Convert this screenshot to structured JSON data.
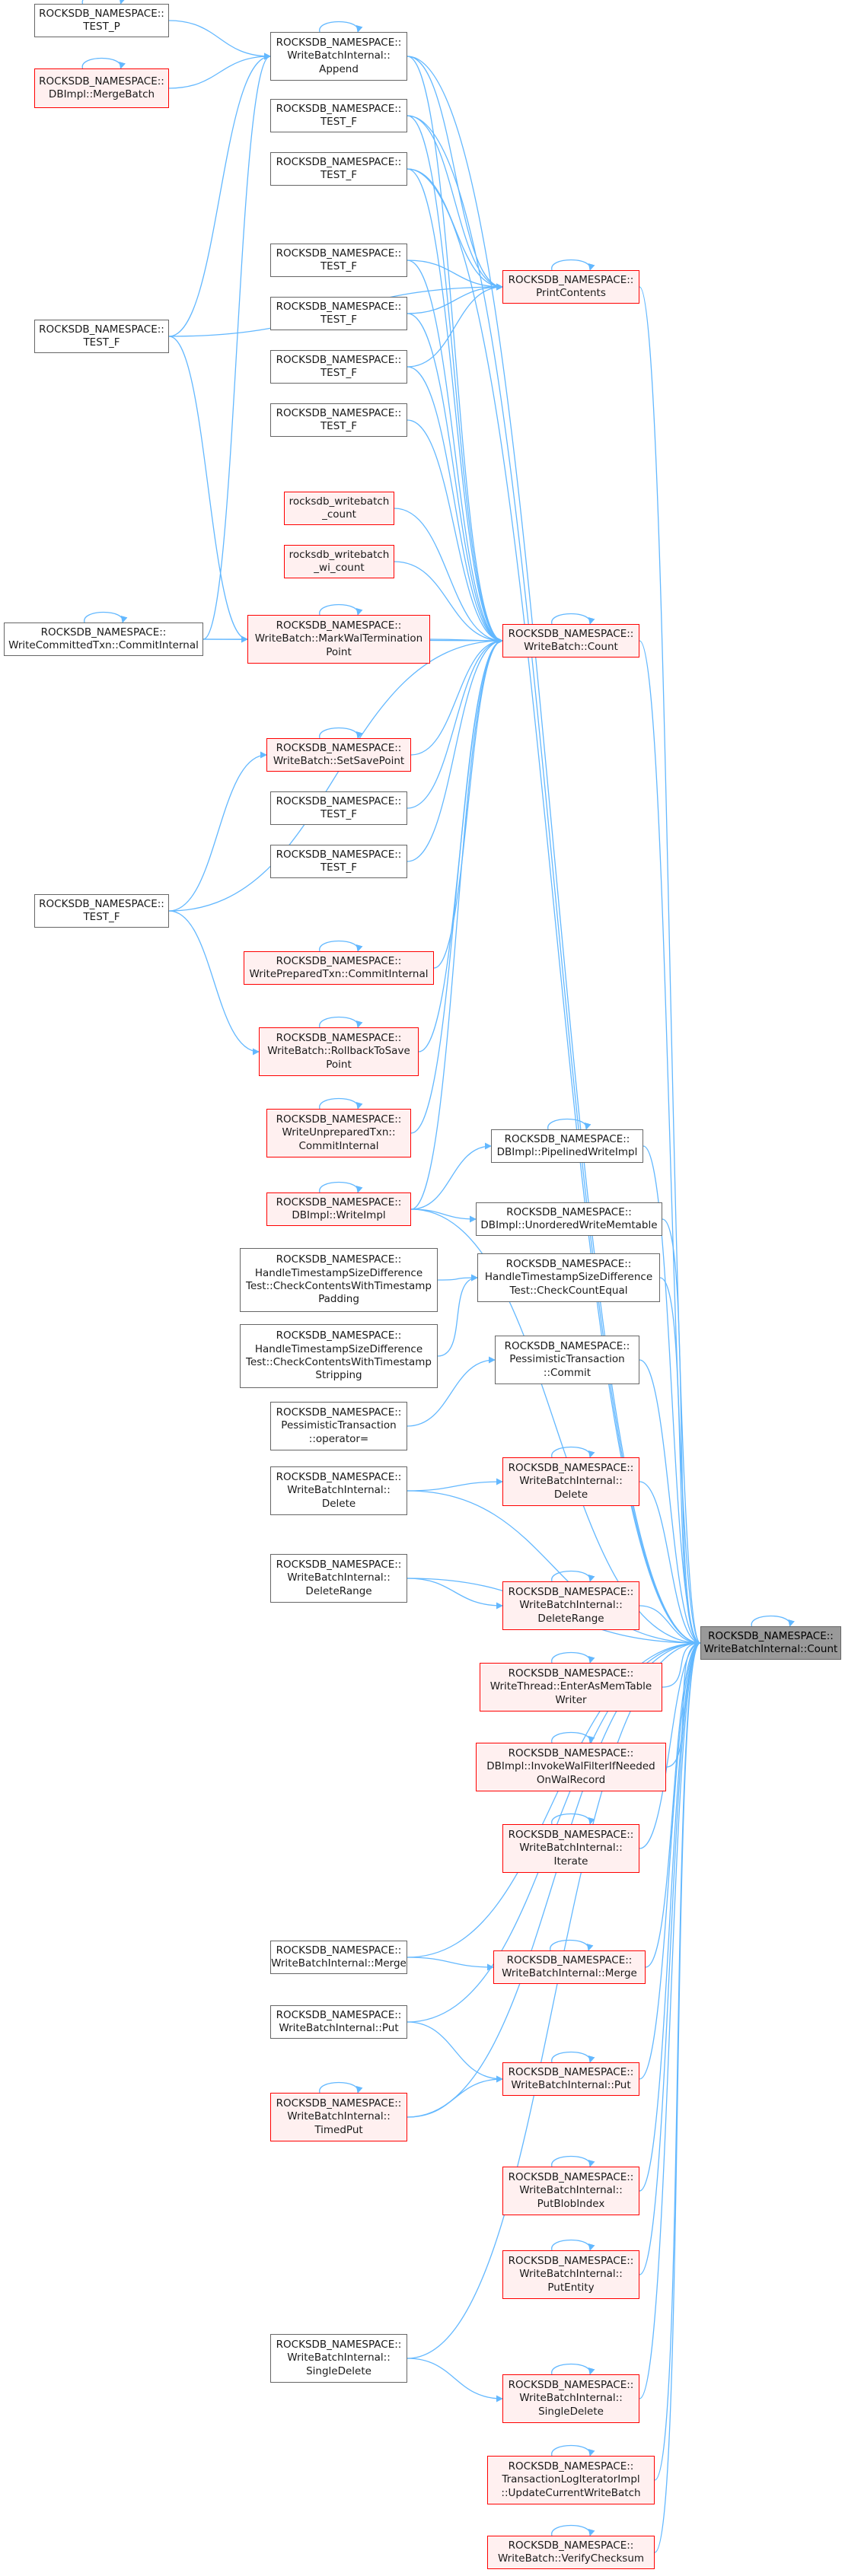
{
  "edge_color": "#63b8ff",
  "colors": {
    "default_border": "#666666",
    "red_border": "#ff0000",
    "red_fill": "#fff0f0",
    "focus_fill": "#999999"
  },
  "nodes": [
    {
      "id": "test_p",
      "style": "plain",
      "lines": [
        "ROCKSDB_NAMESPACE::",
        "TEST_P"
      ]
    },
    {
      "id": "dbimpl_mergebatch",
      "style": "red",
      "lines": [
        "ROCKSDB_NAMESPACE::",
        "DBImpl::MergeBatch"
      ]
    },
    {
      "id": "wbi_append",
      "style": "plain",
      "lines": [
        "ROCKSDB_NAMESPACE::",
        "WriteBatchInternal::",
        "Append"
      ]
    },
    {
      "id": "test_f_1",
      "style": "plain",
      "lines": [
        "ROCKSDB_NAMESPACE::",
        "TEST_F"
      ]
    },
    {
      "id": "test_f_2",
      "style": "plain",
      "lines": [
        "ROCKSDB_NAMESPACE::",
        "TEST_F"
      ]
    },
    {
      "id": "test_f_big",
      "style": "plain",
      "lines": [
        "ROCKSDB_NAMESPACE::",
        "TEST_F"
      ]
    },
    {
      "id": "test_f_3",
      "style": "plain",
      "lines": [
        "ROCKSDB_NAMESPACE::",
        "TEST_F"
      ]
    },
    {
      "id": "print_contents",
      "style": "red",
      "lines": [
        "ROCKSDB_NAMESPACE::",
        "PrintContents"
      ]
    },
    {
      "id": "test_f_4",
      "style": "plain",
      "lines": [
        "ROCKSDB_NAMESPACE::",
        "TEST_F"
      ]
    },
    {
      "id": "test_f_5",
      "style": "plain",
      "lines": [
        "ROCKSDB_NAMESPACE::",
        "TEST_F"
      ]
    },
    {
      "id": "test_f_6",
      "style": "plain",
      "lines": [
        "ROCKSDB_NAMESPACE::",
        "TEST_F"
      ]
    },
    {
      "id": "rocksdb_wb_count",
      "style": "red",
      "lines": [
        "rocksdb_writebatch",
        "_count"
      ]
    },
    {
      "id": "rocksdb_wb_wi_count",
      "style": "red",
      "lines": [
        "rocksdb_writebatch",
        "_wi_count"
      ]
    },
    {
      "id": "wct_commitinternal",
      "style": "plain",
      "lines": [
        "ROCKSDB_NAMESPACE::",
        "WriteCommittedTxn::CommitInternal"
      ]
    },
    {
      "id": "wb_markwal",
      "style": "red",
      "lines": [
        "ROCKSDB_NAMESPACE::",
        "WriteBatch::MarkWalTermination",
        "Point"
      ]
    },
    {
      "id": "wb_count",
      "style": "red",
      "lines": [
        "ROCKSDB_NAMESPACE::",
        "WriteBatch::Count"
      ]
    },
    {
      "id": "wb_setsavepoint",
      "style": "red",
      "lines": [
        "ROCKSDB_NAMESPACE::",
        "WriteBatch::SetSavePoint"
      ]
    },
    {
      "id": "test_f_7",
      "style": "plain",
      "lines": [
        "ROCKSDB_NAMESPACE::",
        "TEST_F"
      ]
    },
    {
      "id": "test_f_8",
      "style": "plain",
      "lines": [
        "ROCKSDB_NAMESPACE::",
        "TEST_F"
      ]
    },
    {
      "id": "test_f_9",
      "style": "plain",
      "lines": [
        "ROCKSDB_NAMESPACE::",
        "TEST_F"
      ]
    },
    {
      "id": "wpt_commitinternal",
      "style": "red",
      "lines": [
        "ROCKSDB_NAMESPACE::",
        "WritePreparedTxn::CommitInternal"
      ]
    },
    {
      "id": "wb_rollback",
      "style": "red",
      "lines": [
        "ROCKSDB_NAMESPACE::",
        "WriteBatch::RollbackToSave",
        "Point"
      ]
    },
    {
      "id": "wut_commitinternal",
      "style": "red",
      "lines": [
        "ROCKSDB_NAMESPACE::",
        "WriteUnpreparedTxn::",
        "CommitInternal"
      ]
    },
    {
      "id": "dbimpl_pipelined",
      "style": "plain",
      "lines": [
        "ROCKSDB_NAMESPACE::",
        "DBImpl::PipelinedWriteImpl"
      ]
    },
    {
      "id": "dbimpl_writeimpl",
      "style": "red",
      "lines": [
        "ROCKSDB_NAMESPACE::",
        "DBImpl::WriteImpl"
      ]
    },
    {
      "id": "dbimpl_unordered",
      "style": "plain",
      "lines": [
        "ROCKSDB_NAMESPACE::",
        "DBImpl::UnorderedWriteMemtable"
      ]
    },
    {
      "id": "htsd_padding",
      "style": "plain",
      "lines": [
        "ROCKSDB_NAMESPACE::",
        "HandleTimestampSizeDifference",
        "Test::CheckContentsWithTimestamp",
        "Padding"
      ]
    },
    {
      "id": "htsd_countequal",
      "style": "plain",
      "lines": [
        "ROCKSDB_NAMESPACE::",
        "HandleTimestampSizeDifference",
        "Test::CheckCountEqual"
      ]
    },
    {
      "id": "htsd_stripping",
      "style": "plain",
      "lines": [
        "ROCKSDB_NAMESPACE::",
        "HandleTimestampSizeDifference",
        "Test::CheckContentsWithTimestamp",
        "Stripping"
      ]
    },
    {
      "id": "pt_commit",
      "style": "plain",
      "lines": [
        "ROCKSDB_NAMESPACE::",
        "PessimisticTransaction",
        "::Commit"
      ]
    },
    {
      "id": "pt_operator",
      "style": "plain",
      "lines": [
        "ROCKSDB_NAMESPACE::",
        "PessimisticTransaction",
        "::operator="
      ]
    },
    {
      "id": "wbi_delete_l",
      "style": "plain",
      "lines": [
        "ROCKSDB_NAMESPACE::",
        "WriteBatchInternal::",
        "Delete"
      ]
    },
    {
      "id": "wbi_delete_r",
      "style": "red",
      "lines": [
        "ROCKSDB_NAMESPACE::",
        "WriteBatchInternal::",
        "Delete"
      ]
    },
    {
      "id": "wbi_deleterange_l",
      "style": "plain",
      "lines": [
        "ROCKSDB_NAMESPACE::",
        "WriteBatchInternal::",
        "DeleteRange"
      ]
    },
    {
      "id": "wbi_deleterange_r",
      "style": "red",
      "lines": [
        "ROCKSDB_NAMESPACE::",
        "WriteBatchInternal::",
        "DeleteRange"
      ]
    },
    {
      "id": "focus",
      "style": "focus",
      "lines": [
        "ROCKSDB_NAMESPACE::",
        "WriteBatchInternal::Count"
      ]
    },
    {
      "id": "wt_enter",
      "style": "red",
      "lines": [
        "ROCKSDB_NAMESPACE::",
        "WriteThread::EnterAsMemTable",
        "Writer"
      ]
    },
    {
      "id": "dbimpl_invokewal",
      "style": "red",
      "lines": [
        "ROCKSDB_NAMESPACE::",
        "DBImpl::InvokeWalFilterIfNeeded",
        "OnWalRecord"
      ]
    },
    {
      "id": "wbi_iterate",
      "style": "red",
      "lines": [
        "ROCKSDB_NAMESPACE::",
        "WriteBatchInternal::",
        "Iterate"
      ]
    },
    {
      "id": "wbi_merge_l",
      "style": "plain",
      "lines": [
        "ROCKSDB_NAMESPACE::",
        "WriteBatchInternal::Merge"
      ]
    },
    {
      "id": "wbi_merge_r",
      "style": "red",
      "lines": [
        "ROCKSDB_NAMESPACE::",
        "WriteBatchInternal::Merge"
      ]
    },
    {
      "id": "wbi_put_l",
      "style": "plain",
      "lines": [
        "ROCKSDB_NAMESPACE::",
        "WriteBatchInternal::Put"
      ]
    },
    {
      "id": "wbi_put_r",
      "style": "red",
      "lines": [
        "ROCKSDB_NAMESPACE::",
        "WriteBatchInternal::Put"
      ]
    },
    {
      "id": "wbi_timedput",
      "style": "red",
      "lines": [
        "ROCKSDB_NAMESPACE::",
        "WriteBatchInternal::",
        "TimedPut"
      ]
    },
    {
      "id": "wbi_putblob",
      "style": "red",
      "lines": [
        "ROCKSDB_NAMESPACE::",
        "WriteBatchInternal::",
        "PutBlobIndex"
      ]
    },
    {
      "id": "wbi_putentity",
      "style": "red",
      "lines": [
        "ROCKSDB_NAMESPACE::",
        "WriteBatchInternal::",
        "PutEntity"
      ]
    },
    {
      "id": "wbi_singledelete_l",
      "style": "plain",
      "lines": [
        "ROCKSDB_NAMESPACE::",
        "WriteBatchInternal::",
        "SingleDelete"
      ]
    },
    {
      "id": "wbi_singledelete_r",
      "style": "red",
      "lines": [
        "ROCKSDB_NAMESPACE::",
        "WriteBatchInternal::",
        "SingleDelete"
      ]
    },
    {
      "id": "tli_update",
      "style": "red",
      "lines": [
        "ROCKSDB_NAMESPACE::",
        "TransactionLogIteratorImpl",
        "::UpdateCurrentWriteBatch"
      ]
    },
    {
      "id": "wb_verifychecksum",
      "style": "red",
      "lines": [
        "ROCKSDB_NAMESPACE::",
        "WriteBatch::VerifyChecksum"
      ]
    }
  ],
  "edges": [
    [
      "test_p",
      "wbi_append"
    ],
    [
      "dbimpl_mergebatch",
      "wbi_append"
    ],
    [
      "test_f_big",
      "wbi_append"
    ],
    [
      "wct_commitinternal",
      "wbi_append"
    ],
    [
      "wbi_append",
      "print_contents"
    ],
    [
      "test_f_1",
      "print_contents"
    ],
    [
      "test_f_2",
      "print_contents"
    ],
    [
      "test_f_big",
      "print_contents"
    ],
    [
      "test_f_3",
      "print_contents"
    ],
    [
      "test_f_4",
      "print_contents"
    ],
    [
      "test_f_5",
      "print_contents"
    ],
    [
      "test_f_big",
      "wb_markwal"
    ],
    [
      "wct_commitinternal",
      "wb_markwal"
    ],
    [
      "wb_markwal",
      "wb_count"
    ],
    [
      "rocksdb_wb_count",
      "wb_count"
    ],
    [
      "rocksdb_wb_wi_count",
      "wb_count"
    ],
    [
      "test_f_1",
      "wb_count"
    ],
    [
      "test_f_2",
      "wb_count"
    ],
    [
      "test_f_3",
      "wb_count"
    ],
    [
      "test_f_4",
      "wb_count"
    ],
    [
      "test_f_5",
      "wb_count"
    ],
    [
      "test_f_6",
      "wb_count"
    ],
    [
      "wbi_append",
      "wb_count"
    ],
    [
      "wct_commitinternal",
      "wb_count"
    ],
    [
      "wb_setsavepoint",
      "wb_count"
    ],
    [
      "test_f_7",
      "wb_count"
    ],
    [
      "test_f_8",
      "wb_count"
    ],
    [
      "test_f_9",
      "wb_count"
    ],
    [
      "wpt_commitinternal",
      "wb_count"
    ],
    [
      "wb_rollback",
      "wb_count"
    ],
    [
      "wut_commitinternal",
      "wb_count"
    ],
    [
      "dbimpl_writeimpl",
      "wb_count"
    ],
    [
      "test_f_9",
      "wb_setsavepoint"
    ],
    [
      "test_f_9",
      "wb_rollback"
    ],
    [
      "dbimpl_writeimpl",
      "dbimpl_unordered"
    ],
    [
      "dbimpl_writeimpl",
      "dbimpl_pipelined"
    ],
    [
      "htsd_padding",
      "htsd_countequal"
    ],
    [
      "htsd_stripping",
      "htsd_countequal"
    ],
    [
      "pt_operator",
      "pt_commit"
    ],
    [
      "wbi_delete_l",
      "wbi_delete_r"
    ],
    [
      "wbi_deleterange_l",
      "wbi_deleterange_r"
    ],
    [
      "wbi_merge_l",
      "wbi_merge_r"
    ],
    [
      "wbi_put_l",
      "wbi_put_r"
    ],
    [
      "wbi_timedput",
      "wbi_put_r"
    ],
    [
      "wbi_singledelete_l",
      "wbi_singledelete_r"
    ],
    [
      "wbi_append",
      "focus"
    ],
    [
      "test_f_1",
      "focus"
    ],
    [
      "test_f_2",
      "focus"
    ],
    [
      "print_contents",
      "focus"
    ],
    [
      "wb_count",
      "focus"
    ],
    [
      "dbimpl_writeimpl",
      "focus"
    ],
    [
      "dbimpl_pipelined",
      "focus"
    ],
    [
      "dbimpl_unordered",
      "focus"
    ],
    [
      "htsd_countequal",
      "focus"
    ],
    [
      "pt_commit",
      "focus"
    ],
    [
      "wbi_delete_l",
      "focus"
    ],
    [
      "wbi_delete_r",
      "focus"
    ],
    [
      "wbi_deleterange_l",
      "focus"
    ],
    [
      "wbi_deleterange_r",
      "focus"
    ],
    [
      "wt_enter",
      "focus"
    ],
    [
      "dbimpl_invokewal",
      "focus"
    ],
    [
      "wbi_iterate",
      "focus"
    ],
    [
      "wbi_merge_l",
      "focus"
    ],
    [
      "wbi_merge_r",
      "focus"
    ],
    [
      "wbi_put_l",
      "focus"
    ],
    [
      "wbi_put_r",
      "focus"
    ],
    [
      "wbi_timedput",
      "focus"
    ],
    [
      "wbi_putblob",
      "focus"
    ],
    [
      "wbi_putentity",
      "focus"
    ],
    [
      "wbi_singledelete_l",
      "focus"
    ],
    [
      "wbi_singledelete_r",
      "focus"
    ],
    [
      "tli_update",
      "focus"
    ],
    [
      "wb_verifychecksum",
      "focus"
    ]
  ],
  "self_loops": [
    "test_p",
    "dbimpl_mergebatch",
    "wbi_append",
    "print_contents",
    "wct_commitinternal",
    "wb_markwal",
    "wb_count",
    "wb_setsavepoint",
    "wpt_commitinternal",
    "wb_rollback",
    "wut_commitinternal",
    "dbimpl_pipelined",
    "dbimpl_writeimpl",
    "wbi_delete_r",
    "wbi_deleterange_r",
    "focus",
    "wt_enter",
    "dbimpl_invokewal",
    "wbi_iterate",
    "wbi_merge_r",
    "wbi_put_r",
    "wbi_timedput",
    "wbi_putblob",
    "wbi_putentity",
    "wbi_singledelete_r",
    "tli_update",
    "wb_verifychecksum"
  ]
}
